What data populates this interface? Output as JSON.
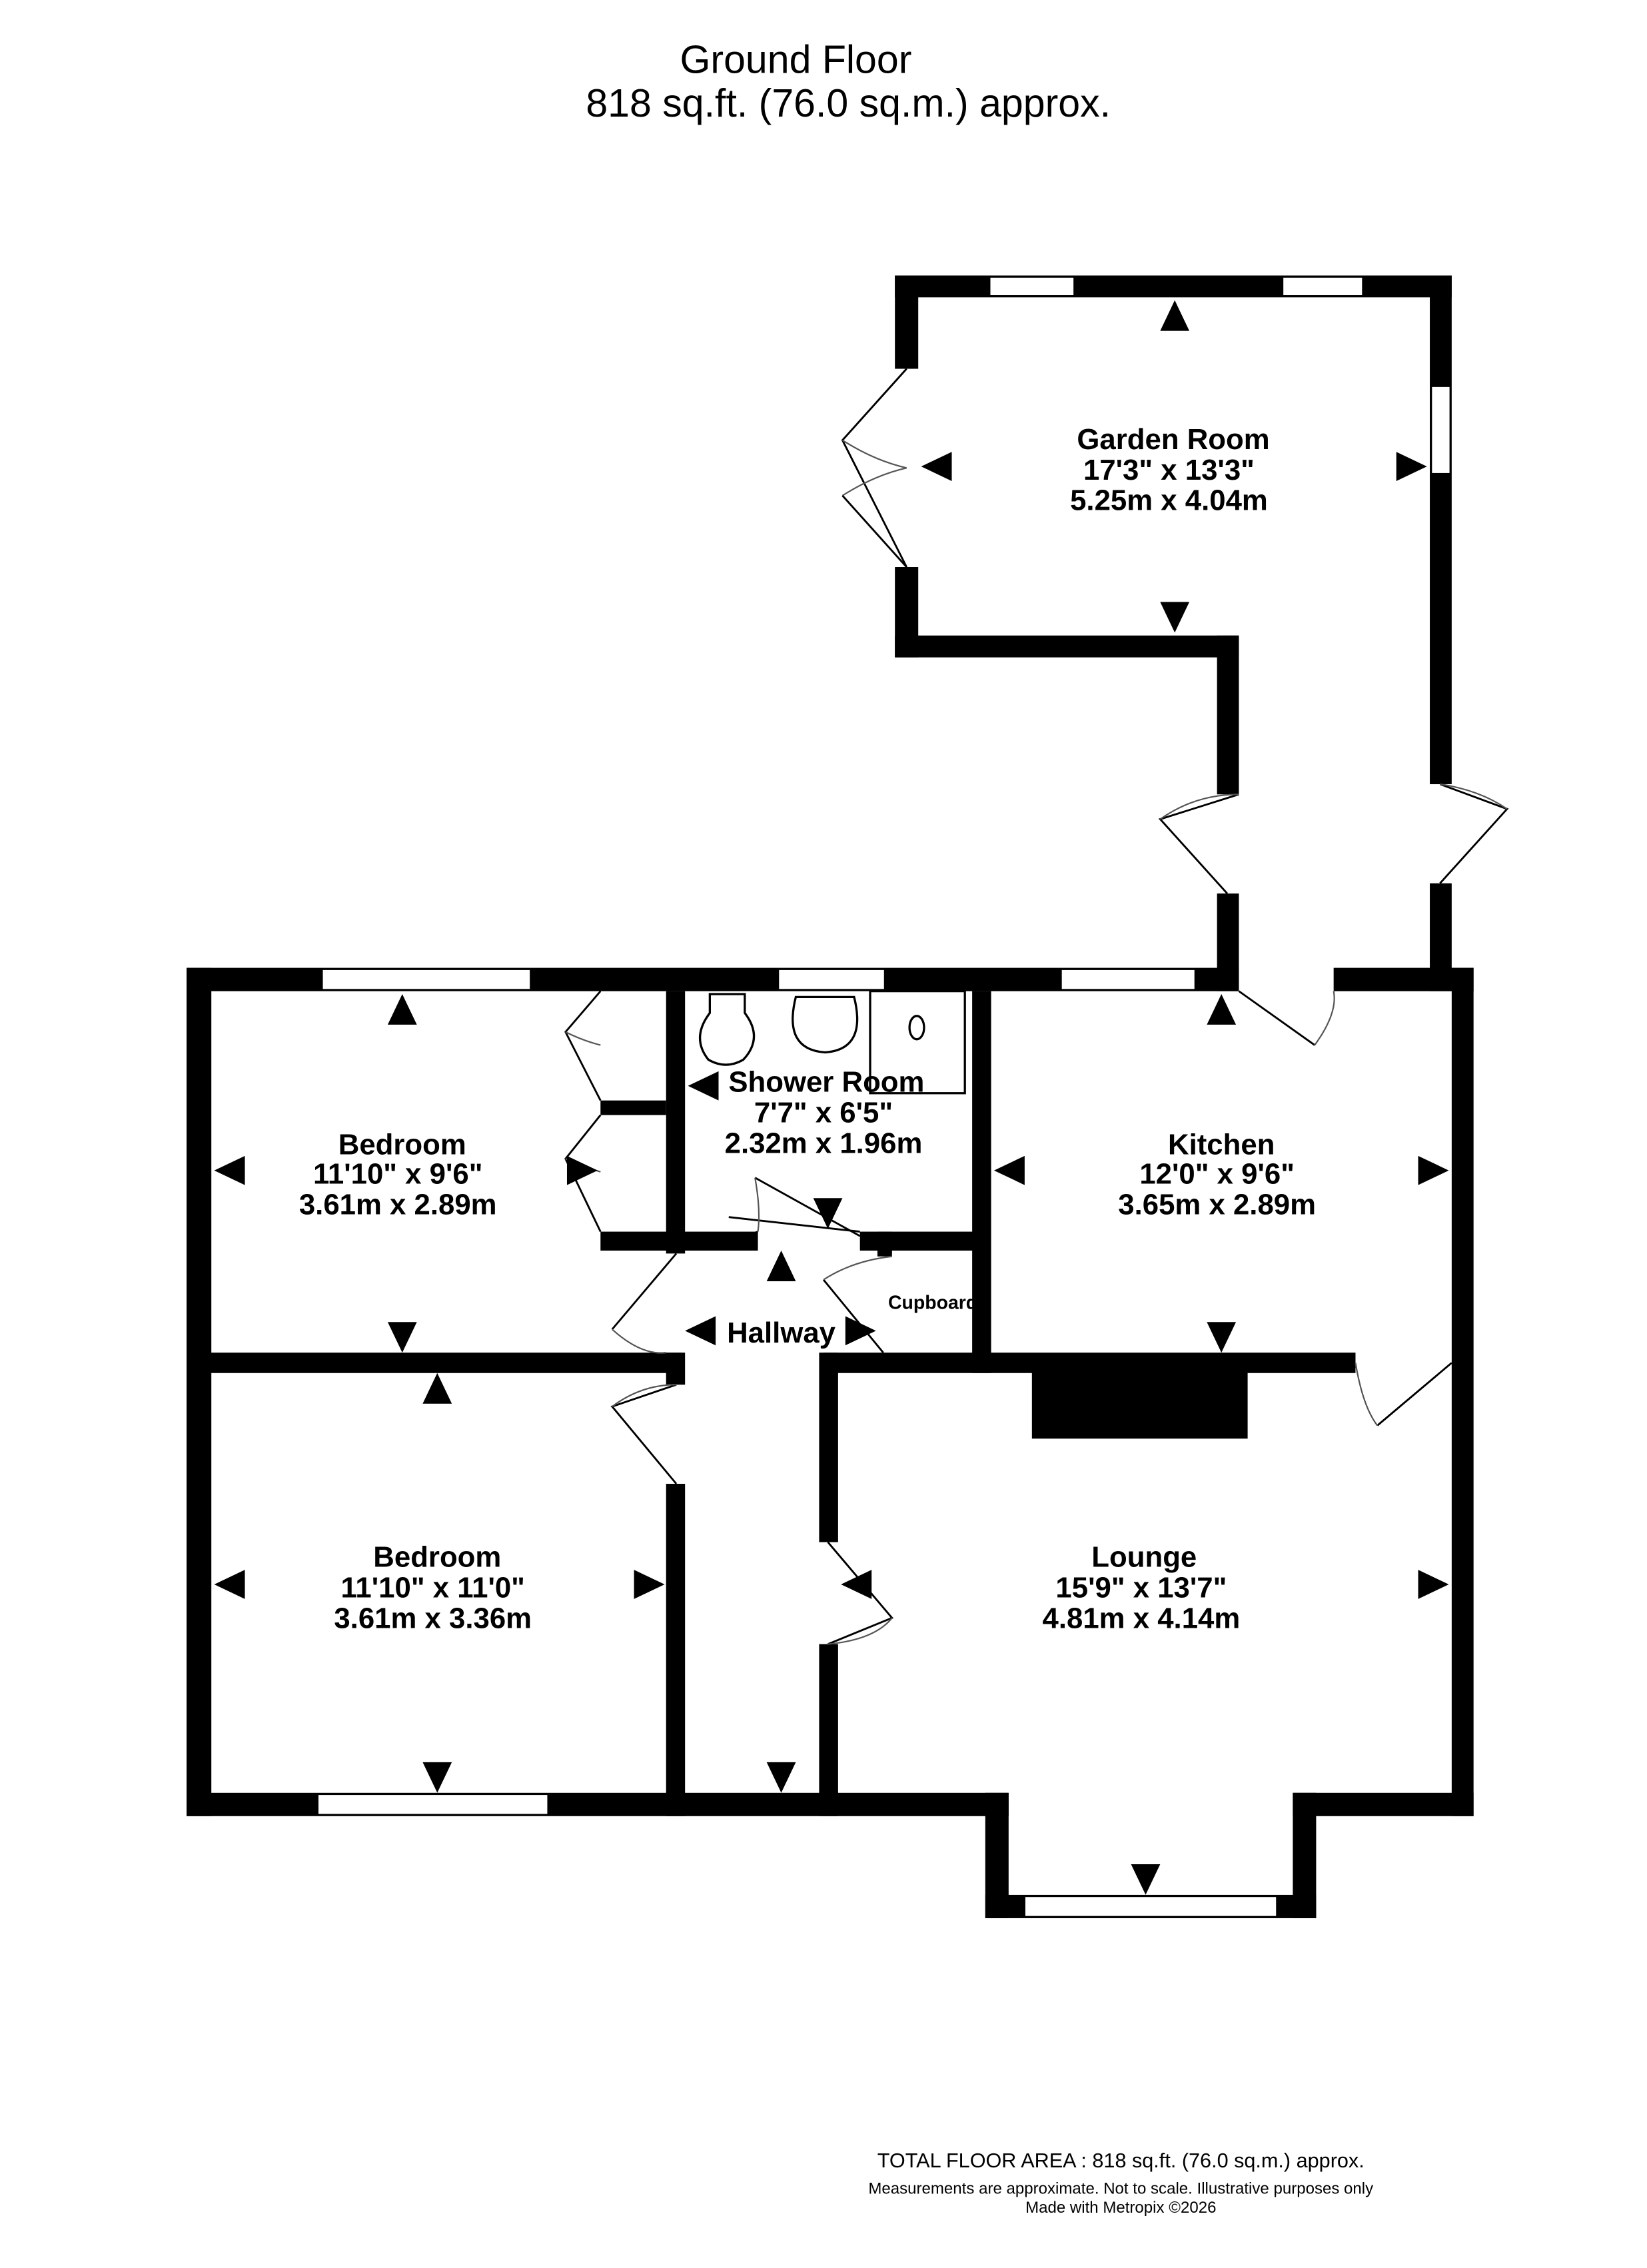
{
  "header": {
    "title": "Ground Floor",
    "area": "818 sq.ft. (76.0 sq.m.) approx."
  },
  "rooms": {
    "garden_room": {
      "name": "Garden Room",
      "imperial": "17'3\"  x 13'3\"",
      "metric": "5.25m  x 4.04m"
    },
    "shower_room": {
      "name": "Shower Room",
      "imperial": "7'7\"  x 6'5\"",
      "metric": "2.32m  x 1.96m"
    },
    "kitchen": {
      "name": "Kitchen",
      "imperial": "12'0\"  x 9'6\"",
      "metric": "3.65m  x 2.89m"
    },
    "bedroom1": {
      "name": "Bedroom",
      "imperial": "11'10\"  x 9'6\"",
      "metric": "3.61m  x 2.89m"
    },
    "bedroom2": {
      "name": "Bedroom",
      "imperial": "11'10\"  x 11'0\"",
      "metric": "3.61m  x 3.36m"
    },
    "lounge": {
      "name": "Lounge",
      "imperial": "15'9\"  x 13'7\"",
      "metric": "4.81m  x 4.14m"
    },
    "hallway": {
      "name": "Hallway"
    },
    "cupboard": {
      "name": "Cupboard"
    }
  },
  "footer": {
    "total": "TOTAL FLOOR AREA : 818 sq.ft. (76.0 sq.m.) approx.",
    "disclaimer": "Measurements are approximate.  Not to scale.  Illustrative purposes only",
    "credit": "Made with Metropix ©2026"
  }
}
